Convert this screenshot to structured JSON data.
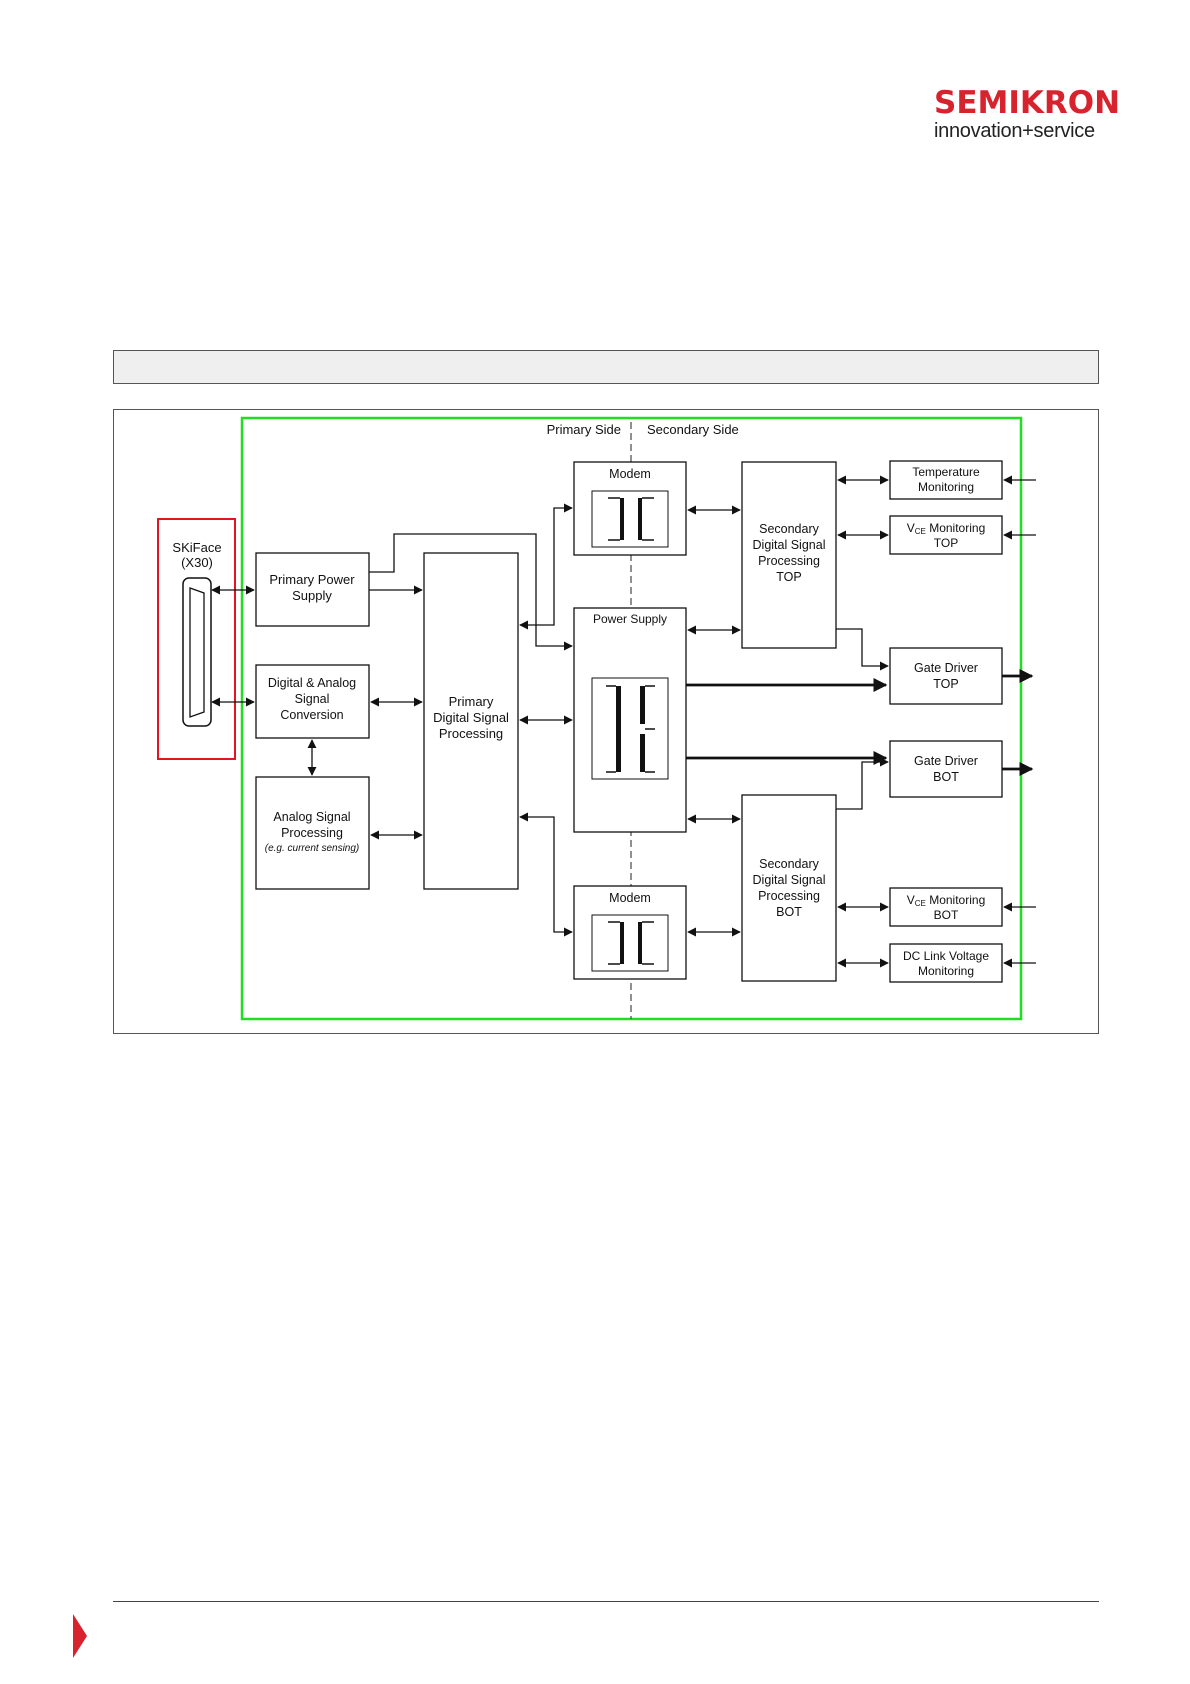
{
  "header": {
    "brand": "SEMIKRON",
    "tagline": "innovation+service",
    "brand_color": "#d7232e"
  },
  "diagram": {
    "border_color": "#22dd22",
    "connector_highlight_color": "#e3161f",
    "side_labels": {
      "primary": "Primary Side",
      "secondary": "Secondary Side"
    },
    "connector": {
      "line1": "SKiFace",
      "line2": "(X30)"
    },
    "blocks": {
      "primary_power_supply": [
        "Primary Power",
        "Supply"
      ],
      "digital_analog_conversion": [
        "Digital & Analog",
        "Signal",
        "Conversion"
      ],
      "analog_signal_processing": [
        "Analog Signal",
        "Processing"
      ],
      "analog_signal_processing_note": "(e.g. current sensing)",
      "primary_dsp": [
        "Primary",
        "Digital Signal",
        "Processing"
      ],
      "modem_top": "Modem",
      "power_supply": "Power Supply",
      "modem_bot": "Modem",
      "secondary_dsp_top": [
        "Secondary",
        "Digital Signal",
        "Processing",
        "TOP"
      ],
      "secondary_dsp_bot": [
        "Secondary",
        "Digital Signal",
        "Processing",
        "BOT"
      ],
      "temperature_monitoring": [
        "Temperature",
        "Monitoring"
      ],
      "vce_monitoring_top": {
        "v": "V",
        "sub": "CE",
        "rest": " Monitoring",
        "line2": "TOP"
      },
      "gate_driver_top": [
        "Gate Driver",
        "TOP"
      ],
      "gate_driver_bot": [
        "Gate Driver",
        "BOT"
      ],
      "vce_monitoring_bot": {
        "v": "V",
        "sub": "CE",
        "rest": " Monitoring",
        "line2": "BOT"
      },
      "dc_link_monitoring": [
        "DC Link Voltage",
        "Monitoring"
      ]
    }
  }
}
